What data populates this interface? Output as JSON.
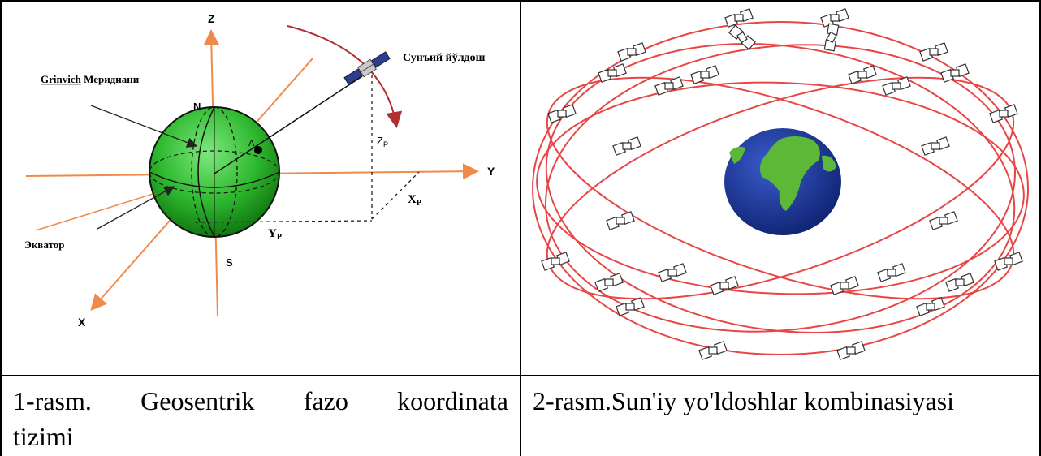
{
  "figure1": {
    "labels": {
      "z": "Z",
      "y": "Y",
      "x": "X",
      "n": "N",
      "s": "S",
      "a": "A",
      "zp": "Z",
      "zp_sub": "P",
      "xp": "X",
      "xp_sub": "P",
      "yp": "Y",
      "yp_sub": "P",
      "meridian_latin": "Grinvich",
      "meridian_cyr": " Меридиани",
      "equator": "Экватор",
      "satellite": "Сунъий йўлдош"
    },
    "caption_words": [
      "1-rasm.",
      "Geosentrik",
      "fazo",
      "koordinata"
    ],
    "caption_line2": "tizimi",
    "colors": {
      "globe": "#29b329",
      "axis": "#f08a4b",
      "orbit": "#c0392b"
    }
  },
  "figure2": {
    "caption": "2-rasm.Sun'iy yo'ldoshlar kombinasiyasi",
    "colors": {
      "orbit": "#e84545",
      "ocean": "#1a3a9e",
      "land": "#5db838"
    },
    "icons": [
      "earth-globe-icon",
      "satellite-icon"
    ]
  }
}
